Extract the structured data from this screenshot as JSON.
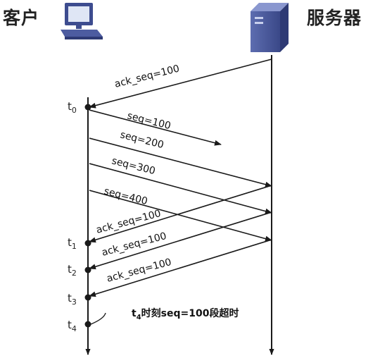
{
  "participants": {
    "client": {
      "label": "客户",
      "icon": "computer-icon"
    },
    "server": {
      "label": "服务器",
      "icon": "server-icon"
    }
  },
  "time_marks": [
    {
      "name": "t",
      "sub": "0"
    },
    {
      "name": "t",
      "sub": "1"
    },
    {
      "name": "t",
      "sub": "2"
    },
    {
      "name": "t",
      "sub": "3"
    },
    {
      "name": "t",
      "sub": "4"
    }
  ],
  "messages": [
    {
      "label": "ack_seq=100",
      "direction": "server-to-client"
    },
    {
      "label": "seq=100",
      "direction": "client-to-server",
      "lost": true
    },
    {
      "label": "seq=200",
      "direction": "client-to-server"
    },
    {
      "label": "seq=300",
      "direction": "client-to-server"
    },
    {
      "label": "seq=400",
      "direction": "client-to-server"
    },
    {
      "label": "ack_seq=100",
      "direction": "server-to-client"
    },
    {
      "label": "ack_seq=100",
      "direction": "server-to-client"
    },
    {
      "label": "ack_seq=100",
      "direction": "server-to-client"
    }
  ],
  "note": {
    "prefix": "t",
    "sub": "4",
    "text": "时刻seq=100段超时"
  },
  "colors": {
    "line": "#1a1a1a",
    "icon_blue": "#4a5a9c",
    "icon_dark": "#2e3a74"
  }
}
